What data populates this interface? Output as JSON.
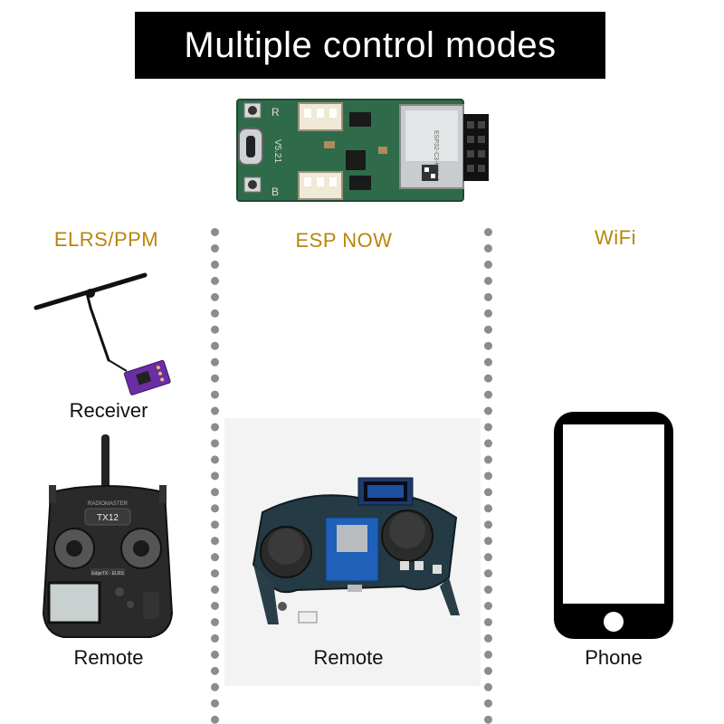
{
  "title": "Multiple control modes",
  "pcb": {
    "silk_left_top": "R",
    "silk_left_bottom": "B",
    "silk_version": "V5.21",
    "silk_module": "ESP32-C3-MINI-1"
  },
  "columns": [
    {
      "mode": "ELRS/PPM",
      "top_caption": "Receiver",
      "bottom_caption": "Remote"
    },
    {
      "mode": "ESP NOW",
      "bottom_caption": "Remote"
    },
    {
      "mode": "WiFi",
      "bottom_caption": "Phone"
    }
  ],
  "radio": {
    "model": "TX12",
    "brand": "RADIOMASTER",
    "sub": "EdgeTX · ELRS"
  },
  "colors": {
    "mode_label": "#b8860b",
    "banner_bg": "#000000",
    "banner_text": "#ffffff",
    "divider": "#8c8c8c",
    "pcb_green": "#2f6b4a",
    "receiver_purple": "#6b2fa3"
  },
  "icons": [
    "circuit-board-illustration",
    "receiver-illustration",
    "radio-transmitter-illustration",
    "gamepad-board-illustration",
    "phone-icon"
  ]
}
